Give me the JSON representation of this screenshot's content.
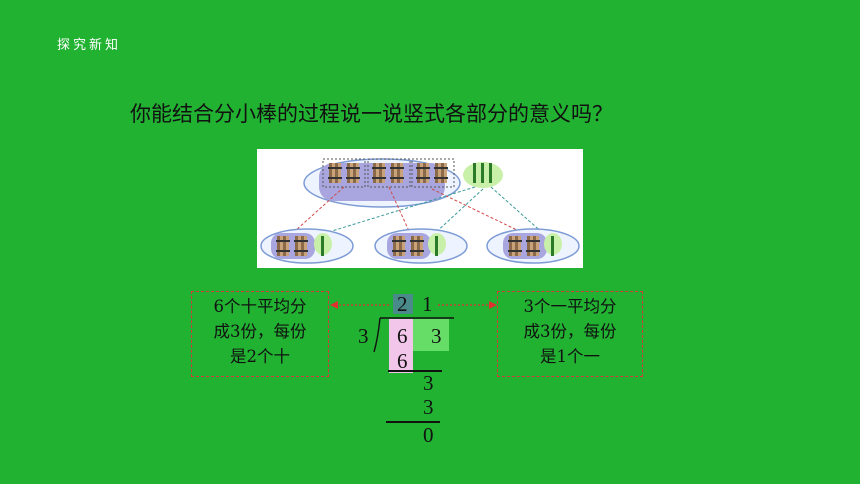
{
  "header": {
    "section_label": "探究新知"
  },
  "question": "你能结合分小棒的过程说一说竖式各部分的意义吗？",
  "left_box": {
    "line1": "6个十平均分",
    "line2": "成3份，每份",
    "line3": "是2个十"
  },
  "right_box": {
    "line1": "3个一平均分",
    "line2": "成3份，每份",
    "line3": "是1个一"
  },
  "division": {
    "divisor": "3",
    "quotient_tens": "2",
    "quotient_ones": "1",
    "dividend_tens": "6",
    "dividend_ones": "3",
    "step1_product": "6",
    "step1_remainder": "3",
    "step2_product": "3",
    "final_remainder": "0"
  },
  "colors": {
    "background": "#22b232",
    "highlight_tens": "#f2c6ea",
    "highlight_ones": "#66dd66",
    "highlight_quotient": "#4a8a8a",
    "arrow": "#e03030"
  },
  "illustration": {
    "top_group": {
      "bundles_of_ten": 6,
      "single_sticks": 3
    },
    "bottom_groups": [
      {
        "bundles_of_ten": 2,
        "single_sticks": 1
      },
      {
        "bundles_of_ten": 2,
        "single_sticks": 1
      },
      {
        "bundles_of_ten": 2,
        "single_sticks": 1
      }
    ]
  }
}
